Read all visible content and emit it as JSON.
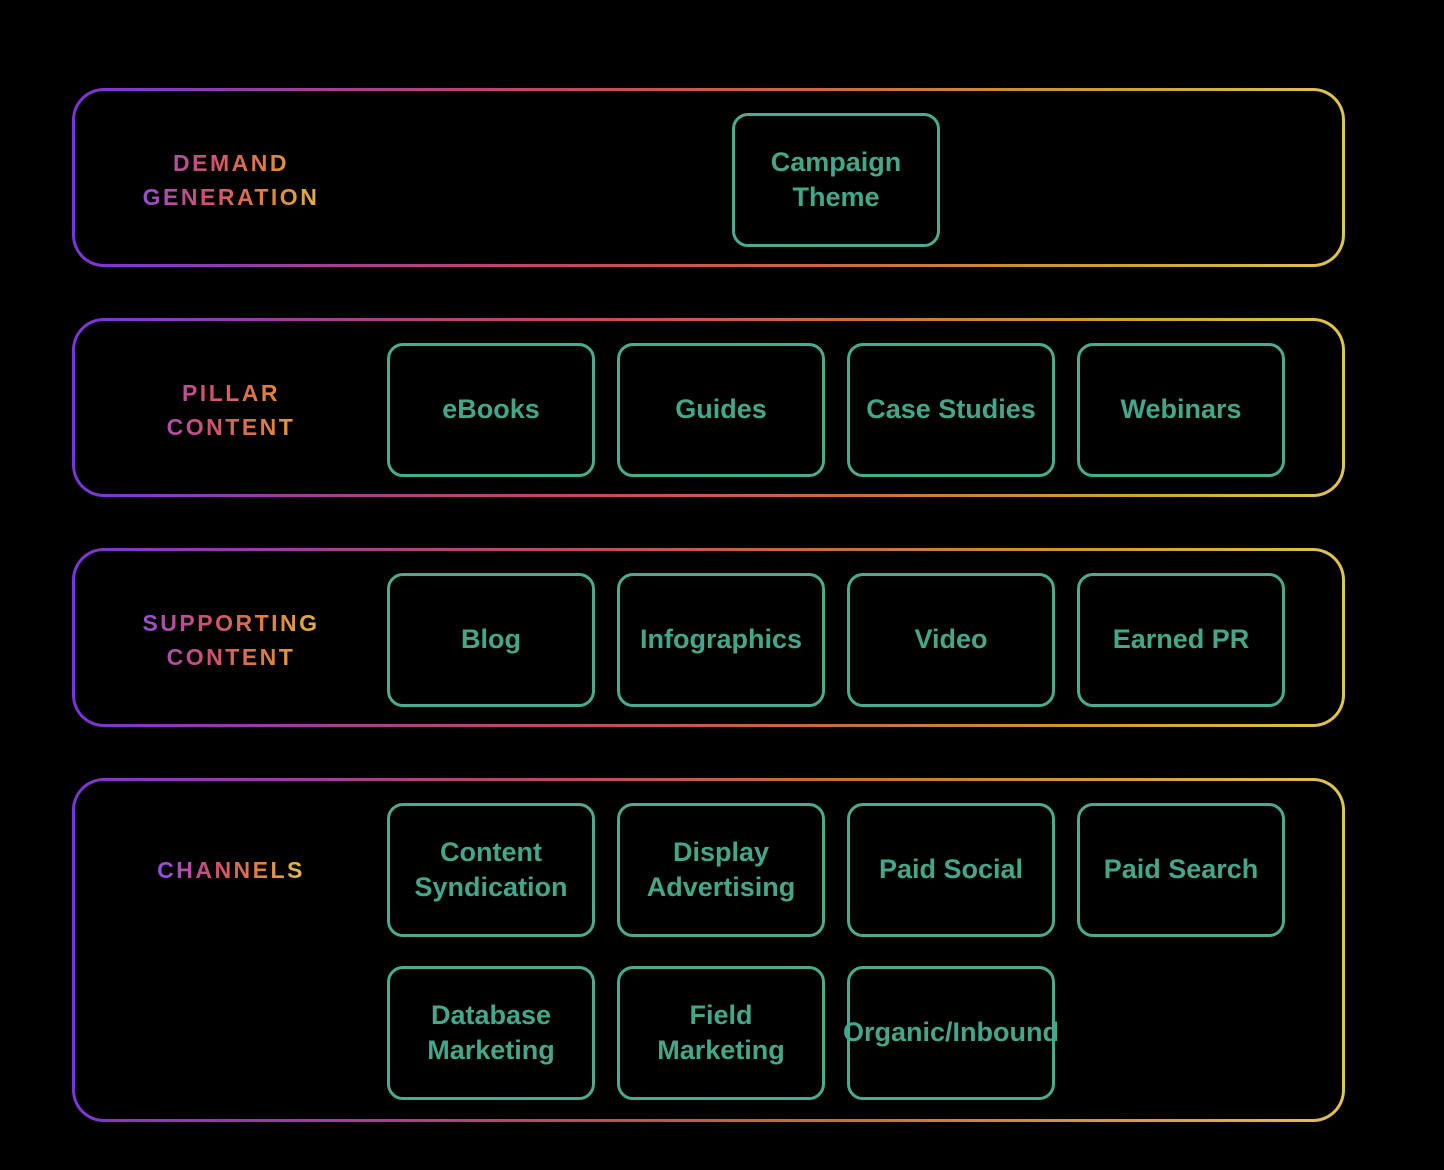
{
  "colors": {
    "background": "#000000",
    "node_border": "#4aab8f",
    "node_text": "#45a78a",
    "row_gradient": [
      "#7b35d6",
      "#a83f90",
      "#c24a5e",
      "#cc7038",
      "#d19e38",
      "#e0c352"
    ],
    "label_gradient": [
      "#8d4fe0",
      "#cf4f73",
      "#e0823a",
      "#e3c04a"
    ]
  },
  "rows": [
    {
      "label": "DEMAND GENERATION",
      "boxes": [
        "Campaign Theme"
      ]
    },
    {
      "label": "PILLAR CONTENT",
      "boxes": [
        "eBooks",
        "Guides",
        "Case Studies",
        "Webinars"
      ]
    },
    {
      "label": "SUPPORTING CONTENT",
      "boxes": [
        "Blog",
        "Infographics",
        "Video",
        "Earned PR"
      ]
    },
    {
      "label": "CHANNELS",
      "boxes": [
        "Content Syndication",
        "Display Advertising",
        "Paid Social",
        "Paid Search",
        "Database Marketing",
        "Field Marketing",
        "Organic/Inbound"
      ]
    }
  ]
}
